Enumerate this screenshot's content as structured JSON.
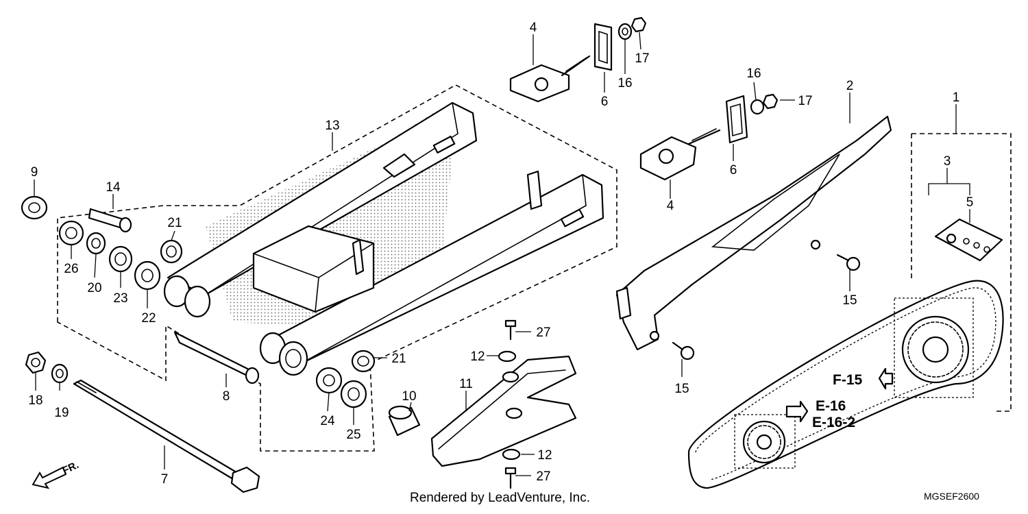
{
  "diagram": {
    "callouts": {
      "c1": "1",
      "c2": "2",
      "c3": "3",
      "c4a": "4",
      "c4b": "4",
      "c5": "5",
      "c6a": "6",
      "c6b": "6",
      "c7": "7",
      "c8": "8",
      "c9": "9",
      "c10": "10",
      "c11": "11",
      "c12a": "12",
      "c12b": "12",
      "c13": "13",
      "c14": "14",
      "c15a": "15",
      "c15b": "15",
      "c16a": "16",
      "c16b": "16",
      "c17a": "17",
      "c17b": "17",
      "c18": "18",
      "c19": "19",
      "c20": "20",
      "c21a": "21",
      "c21b": "21",
      "c22": "22",
      "c23": "23",
      "c24": "24",
      "c25": "25",
      "c26": "26",
      "c27a": "27",
      "c27b": "27"
    },
    "refs": {
      "f15": "F-15",
      "e16": "E-16",
      "e162": "E-16-2"
    },
    "front_label": "FR.",
    "credit": "Rendered by LeadVenture, Inc.",
    "code": "MGSEF2600"
  }
}
